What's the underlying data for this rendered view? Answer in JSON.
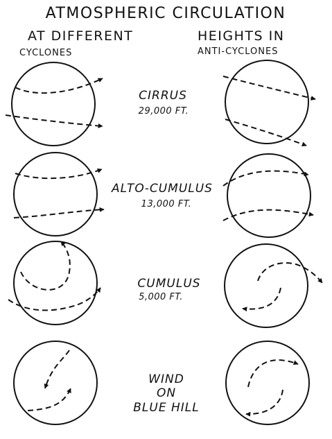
{
  "title_line1": "ATMOSPHERIC CIRCULATION",
  "title_line2_left": "AT DIFFERENT",
  "title_line2_right": "HEIGHTS IN",
  "column_left": "CYCLONES",
  "column_right": "ANTI-CYCLONES",
  "levels": [
    {
      "name": "CIRRUS",
      "height": "29,000 FT."
    },
    {
      "name": "ALTO-CUMULUS",
      "height": "13,000 FT."
    },
    {
      "name": "CUMULUS",
      "height": "5,000 FT."
    },
    {
      "name_lines": [
        "WIND",
        "ON",
        "BLUE HILL"
      ]
    }
  ]
}
